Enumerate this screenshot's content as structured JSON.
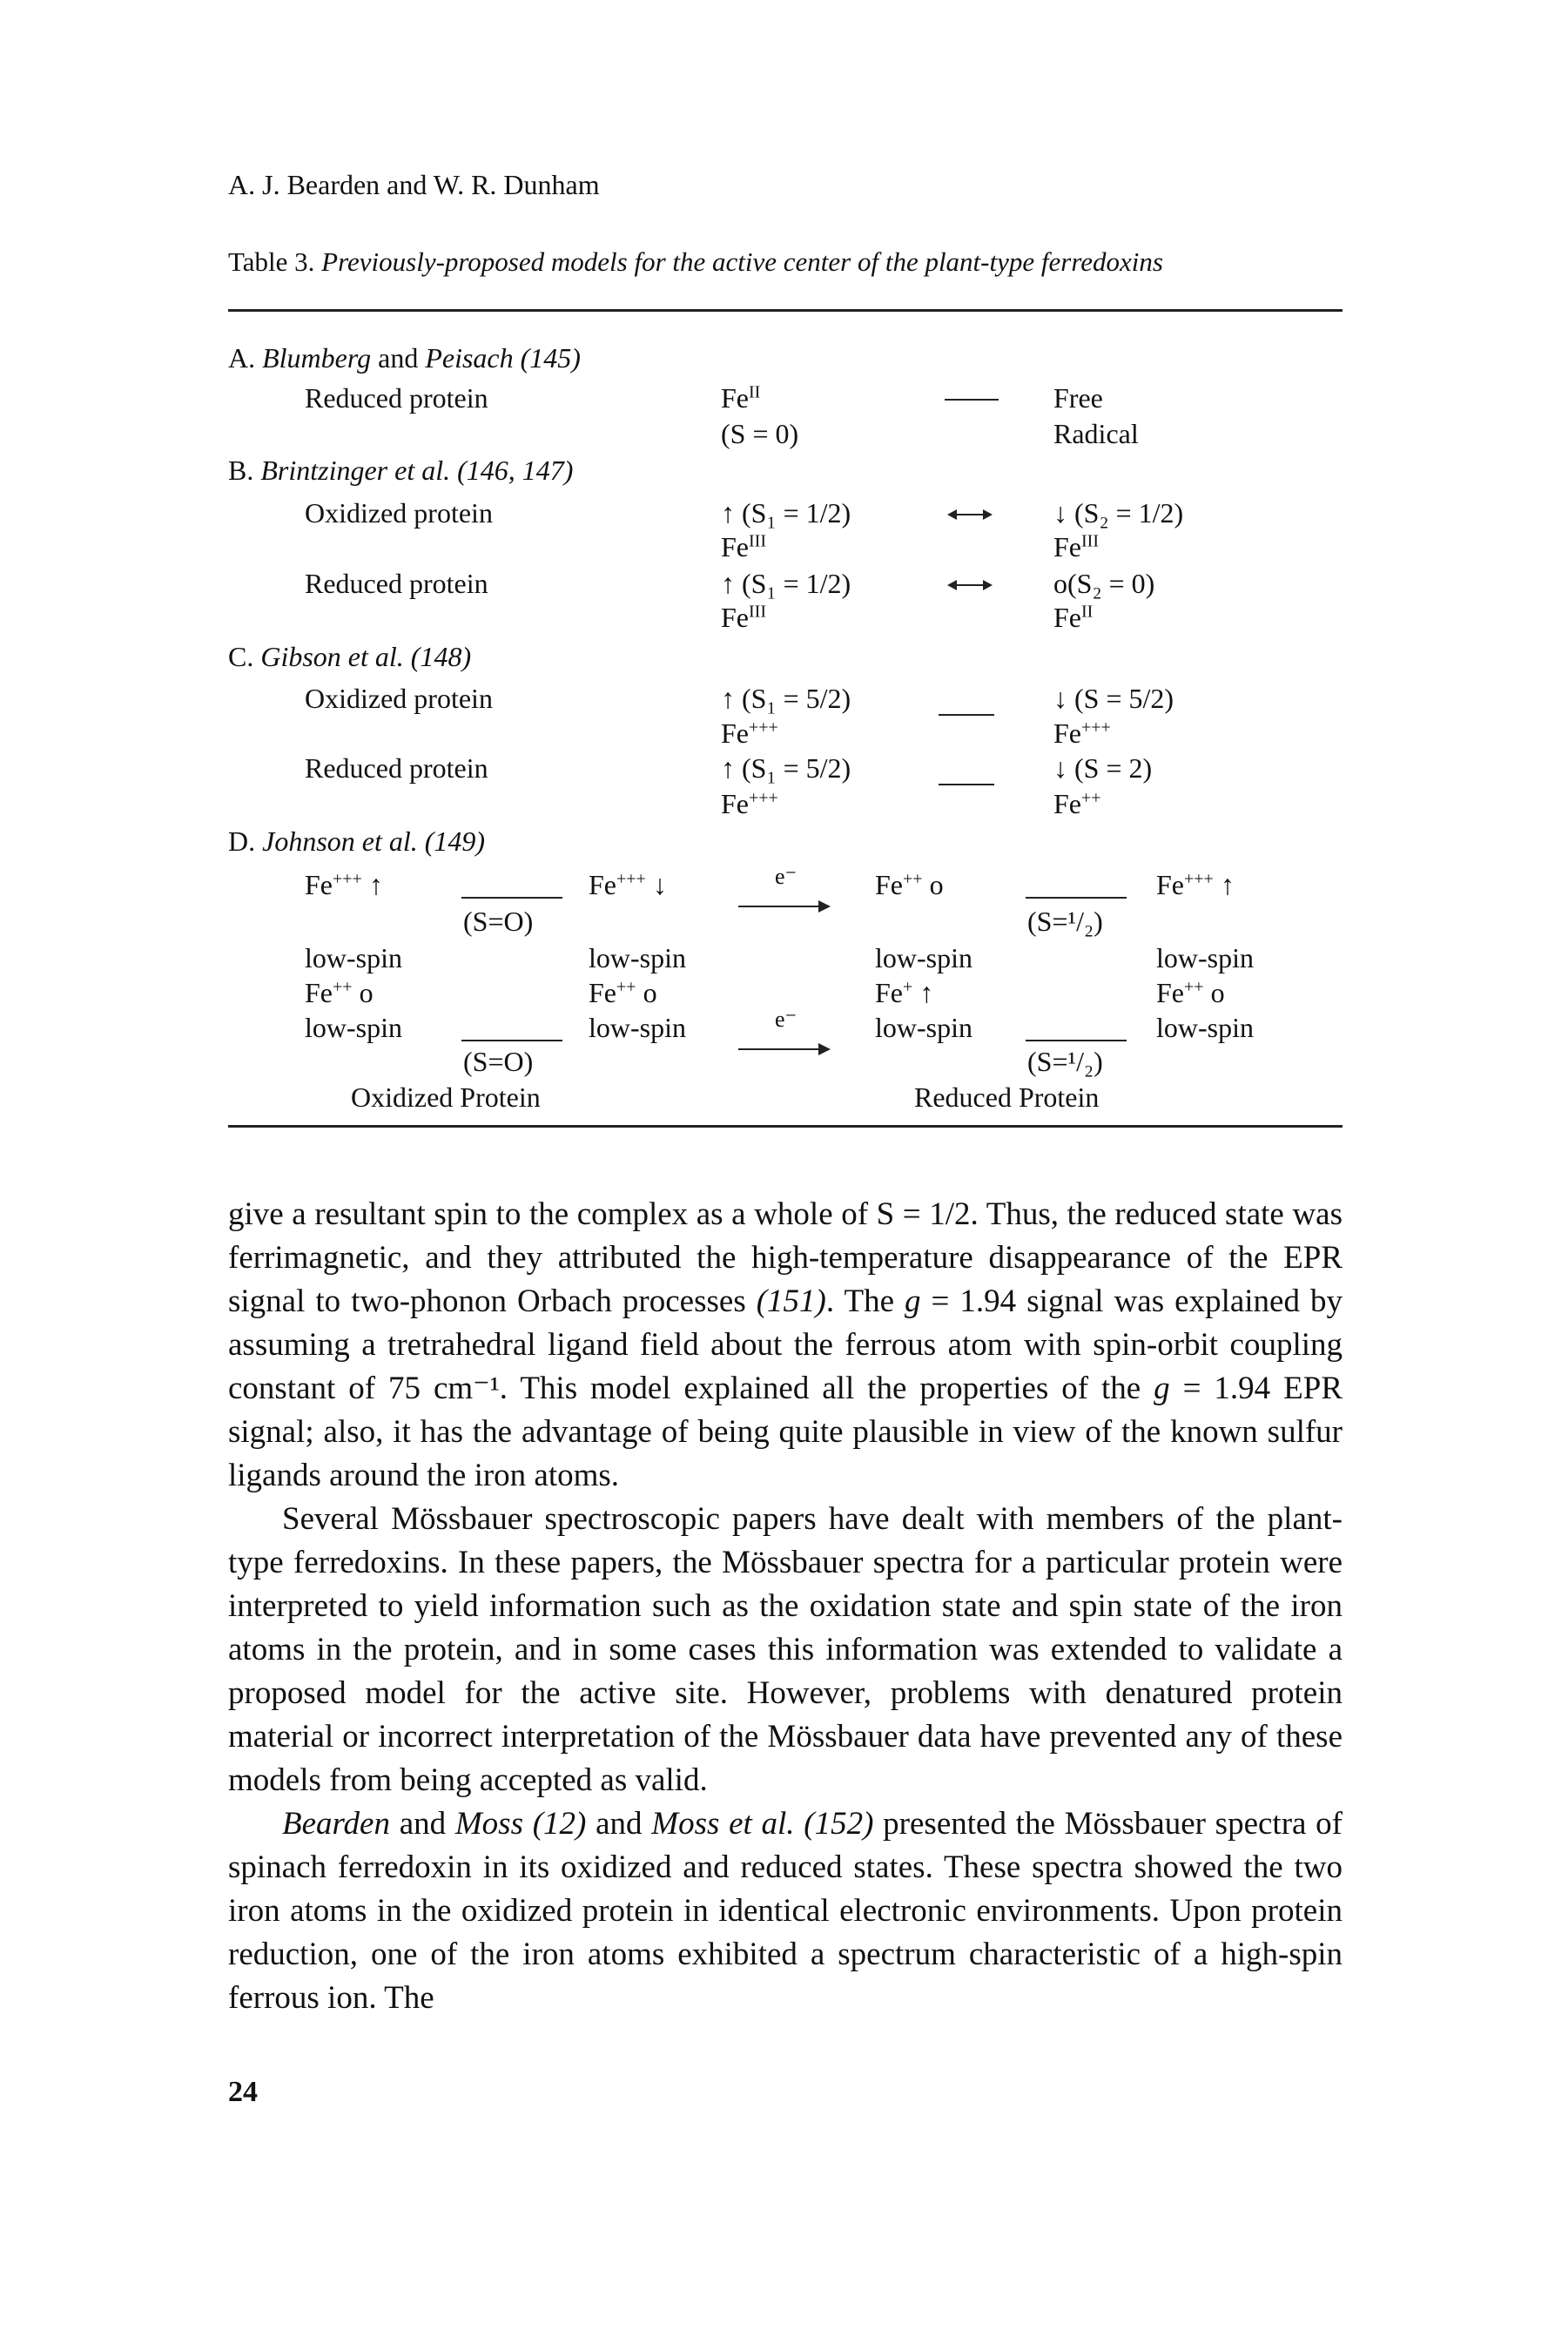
{
  "header": {
    "authors": "A. J. Bearden and W. R. Dunham"
  },
  "caption": {
    "label": "Table 3.",
    "title": "Previously-proposed models for the active center of the plant-type ferredoxins"
  },
  "arrow_label": "e⁻",
  "sections": {
    "a": {
      "letter": "A.",
      "author": "Blumberg",
      "and": "and",
      "author2": "Peisach",
      "ref": "(145)",
      "rows": [
        {
          "label": "Reduced protein",
          "left": "Fe",
          "left_sup": "II",
          "left2": "(S = 0)",
          "right": "Free",
          "right2": "Radical"
        }
      ]
    },
    "b": {
      "letter": "B.",
      "author": "Brintzinger et al.",
      "ref": "(146, 147)",
      "rows": [
        {
          "label": "Oxidized protein",
          "left": "↑ (S₁ = 1/2)",
          "left2": "Fe",
          "left2_sup": "III",
          "right": "↓ (S₂ = 1/2)",
          "right2": "Fe",
          "right2_sup": "III"
        },
        {
          "label": "Reduced protein",
          "left": "↑ (S₁ = 1/2)",
          "left2": "Fe",
          "left2_sup": "III",
          "right": "o(S₂ = 0)",
          "right2": "Fe",
          "right2_sup": "II"
        }
      ]
    },
    "c": {
      "letter": "C.",
      "author": "Gibson et al.",
      "ref": "(148)",
      "rows": [
        {
          "label": "Oxidized protein",
          "left": "↑ (S₁ = 5/2)",
          "left2": "Fe",
          "left2_sup": "+++",
          "right": "↓ (S = 5/2)",
          "right2": "Fe",
          "right2_sup": "+++"
        },
        {
          "label": "Reduced protein",
          "left": "↑ (S₁ = 5/2)",
          "left2": "Fe",
          "left2_sup": "+++",
          "right": "↓ (S = 2)",
          "right2": "Fe",
          "right2_sup": "++"
        }
      ]
    },
    "d": {
      "letter": "D.",
      "author": "Johnson et al.",
      "ref": "(149)",
      "ox": {
        "tl": "Fe",
        "tl_sup": "+++",
        "tl_spin": "↑",
        "tr": "Fe",
        "tr_sup": "+++",
        "tr_spin": "↓",
        "top_s": "(S=O)",
        "tl_state": "low-spin",
        "tr_state": "low-spin",
        "bl": "Fe",
        "bl_sup": "++",
        "bl_spin": "o",
        "br": "Fe",
        "br_sup": "++",
        "br_spin": "o",
        "bl_state": "low-spin",
        "br_state": "low-spin",
        "bot_s": "(S=O)",
        "caption": "Oxidized Protein"
      },
      "red": {
        "tl": "Fe",
        "tl_sup": "++",
        "tl_spin": "o",
        "tr": "Fe",
        "tr_sup": "+++",
        "tr_spin": "↑",
        "top_s": "(S=¹/₂)",
        "tl_state": "low-spin",
        "tr_state": "low-spin",
        "bl": "Fe",
        "bl_sup": "+",
        "bl_spin": "↑",
        "br": "Fe",
        "br_sup": "++",
        "br_spin": "o",
        "bl_state": "low-spin",
        "br_state": "low-spin",
        "bot_s": "(S=¹/₂)",
        "caption": "Reduced Protein"
      }
    }
  },
  "body": {
    "p1_a": "give a resultant spin to the complex as a whole of S = 1/2. Thus, the reduced state was ferrimagnetic, and they attributed the high-temperature disappearance of the EPR signal to two-phonon Orbach processes ",
    "p1_ref1": "(151)",
    "p1_b": ". The ",
    "p1_g1": "g",
    "p1_c": " = 1.94 signal was explained by assuming a tretrahedral ligand field about the ferrous atom with spin-orbit coupling constant of 75 cm⁻¹. This model explained all the properties of the ",
    "p1_g2": "g",
    "p1_d": " = 1.94 EPR signal; also, it has the advantage of being quite plausible in view of the known sulfur ligands around the iron atoms.",
    "p2": "Several Mössbauer spectroscopic papers have dealt with members of the plant-type ferredoxins. In these papers, the Mössbauer spectra for a particular protein were interpreted to yield information such as the oxidation state and spin state of the iron atoms in the protein, and in some cases this information was extended to validate a proposed model for the active site. However, problems with denatured protein material or incorrect interpretation of the Mössbauer data have prevented any of these models from being accepted as valid.",
    "p3_a1": "Bearden",
    "p3_a2": " and ",
    "p3_a3": "Moss",
    "p3_a4": " ",
    "p3_r1": "(12)",
    "p3_a5": " and ",
    "p3_a6": "Moss et al.",
    "p3_a7": " ",
    "p3_r2": "(152)",
    "p3_b": " presented the Mössbauer spectra of spinach ferredoxin in its oxidized and reduced states. These spectra showed the two iron atoms in the oxidized protein in identical electronic environments. Upon protein reduction, one of the iron atoms exhibited a spectrum characteristic of a high-spin ferrous ion. The"
  },
  "page_number": "24"
}
